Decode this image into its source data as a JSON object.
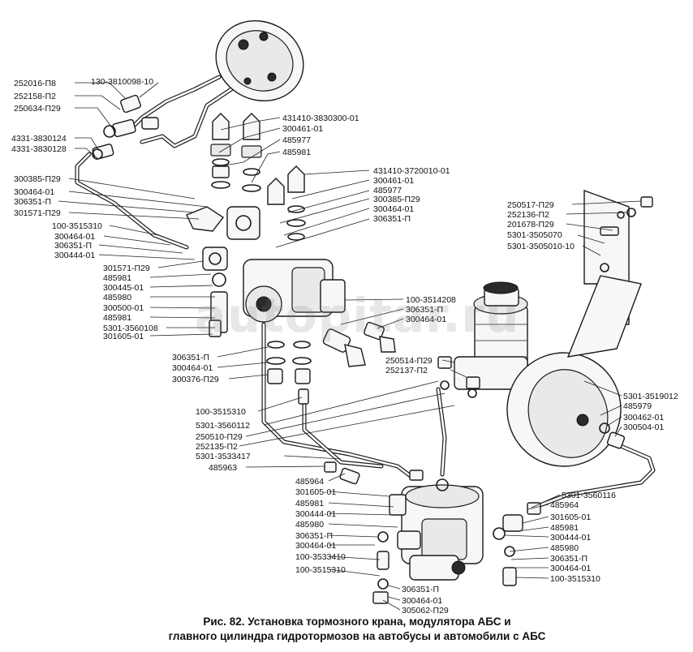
{
  "figure": {
    "caption_line1": "Рис. 82. Установка тормозного крана, модулятора АБС и",
    "caption_line2": "главного цилиндра гидротормозов на автобусы и автомобили с АБС",
    "watermark": "autopitar.ru"
  },
  "callouts": {
    "c01": "252016-П8",
    "c02": "130-3810098-10",
    "c03": "252158-П2",
    "c04": "250634-П29",
    "c05": "4331-3830124",
    "c06": "4331-3830128",
    "c07": "431410-3830300-01",
    "c08": "300461-01",
    "c09": "485977",
    "c10": "485981",
    "c11": "300385-П29",
    "c12": "300464-01",
    "c13": "306351-П",
    "c14": "301571-П29",
    "c15": "431410-3720010-01",
    "c16": "300461-01",
    "c17": "485977",
    "c18": "300385-П29",
    "c19": "300464-01",
    "c20": "306351-П",
    "c21": "100-3515310",
    "c22": "300464-01",
    "c23": "306351-П",
    "c24": "300444-01",
    "c25": "250517-П29",
    "c26": "252136-П2",
    "c27": "201678-П29",
    "c28": "5301-3505070",
    "c29": "5301-3505010-10",
    "c30": "301571-П29",
    "c31": "485981",
    "c32": "300445-01",
    "c33": "485980",
    "c34": "300500-01",
    "c35": "485981",
    "c36": "5301-3560108",
    "c37": "301605-01",
    "c38": "100-3514208",
    "c39": "306351-П",
    "c40": "300464-01",
    "c41": "306351-П",
    "c42": "300464-01",
    "c43": "300376-П29",
    "c44": "250514-П29",
    "c45": "252137-П2",
    "c46": "100-3515310",
    "c47": "5301-3560112",
    "c48": "250510-П29",
    "c49": "252135-П2",
    "c50": "5301-3533417",
    "c51": "485963",
    "c52": "5301-3519012",
    "c53": "485979",
    "c54": "300462-01",
    "c55": "300504-01",
    "c56": "485964",
    "c57": "301605-01",
    "c58": "485981",
    "c59": "300444-01",
    "c60": "485980",
    "c61": "306351-П",
    "c62": "300464-01",
    "c63": "100-3533410",
    "c64": "100-3515310",
    "c65": "5301-3560116",
    "c66": "485964",
    "c67": "301605-01",
    "c68": "485981",
    "c69": "300444-01",
    "c70": "485980",
    "c71": "306351-П",
    "c72": "300464-01",
    "c73": "100-3515310",
    "c74": "306351-П",
    "c75": "300464-01",
    "c76": "305062-П29"
  }
}
